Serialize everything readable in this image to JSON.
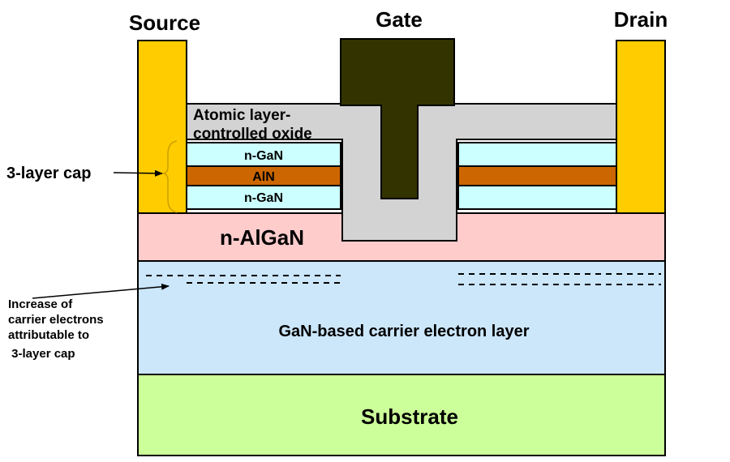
{
  "terminals": {
    "source": "Source",
    "gate": "Gate",
    "drain": "Drain"
  },
  "layers": {
    "oxide_line1": "Atomic layer-",
    "oxide_line2": "controlled oxide",
    "n_gan_top": "n-GaN",
    "aln": "AlN",
    "n_gan_bottom": "n-GaN",
    "n_algan": "n-AlGaN",
    "electron_layer": "GaN-based carrier electron layer",
    "substrate": "Substrate"
  },
  "annotations": {
    "cap_label": "3-layer cap",
    "electron_line1": "Increase of",
    "electron_line2": "carrier electrons",
    "electron_line3": "attributable to",
    "electron_line4": " 3-layer cap"
  },
  "colors": {
    "substrate": "#ccff99",
    "electron_layer": "#cce6fa",
    "n_algan": "#ffcccc",
    "n_gan": "#ccffff",
    "aln": "#cc6600",
    "oxide": "#d3d3d3",
    "gate_metal": "#333300",
    "contact_metal": "#ffcc00"
  }
}
